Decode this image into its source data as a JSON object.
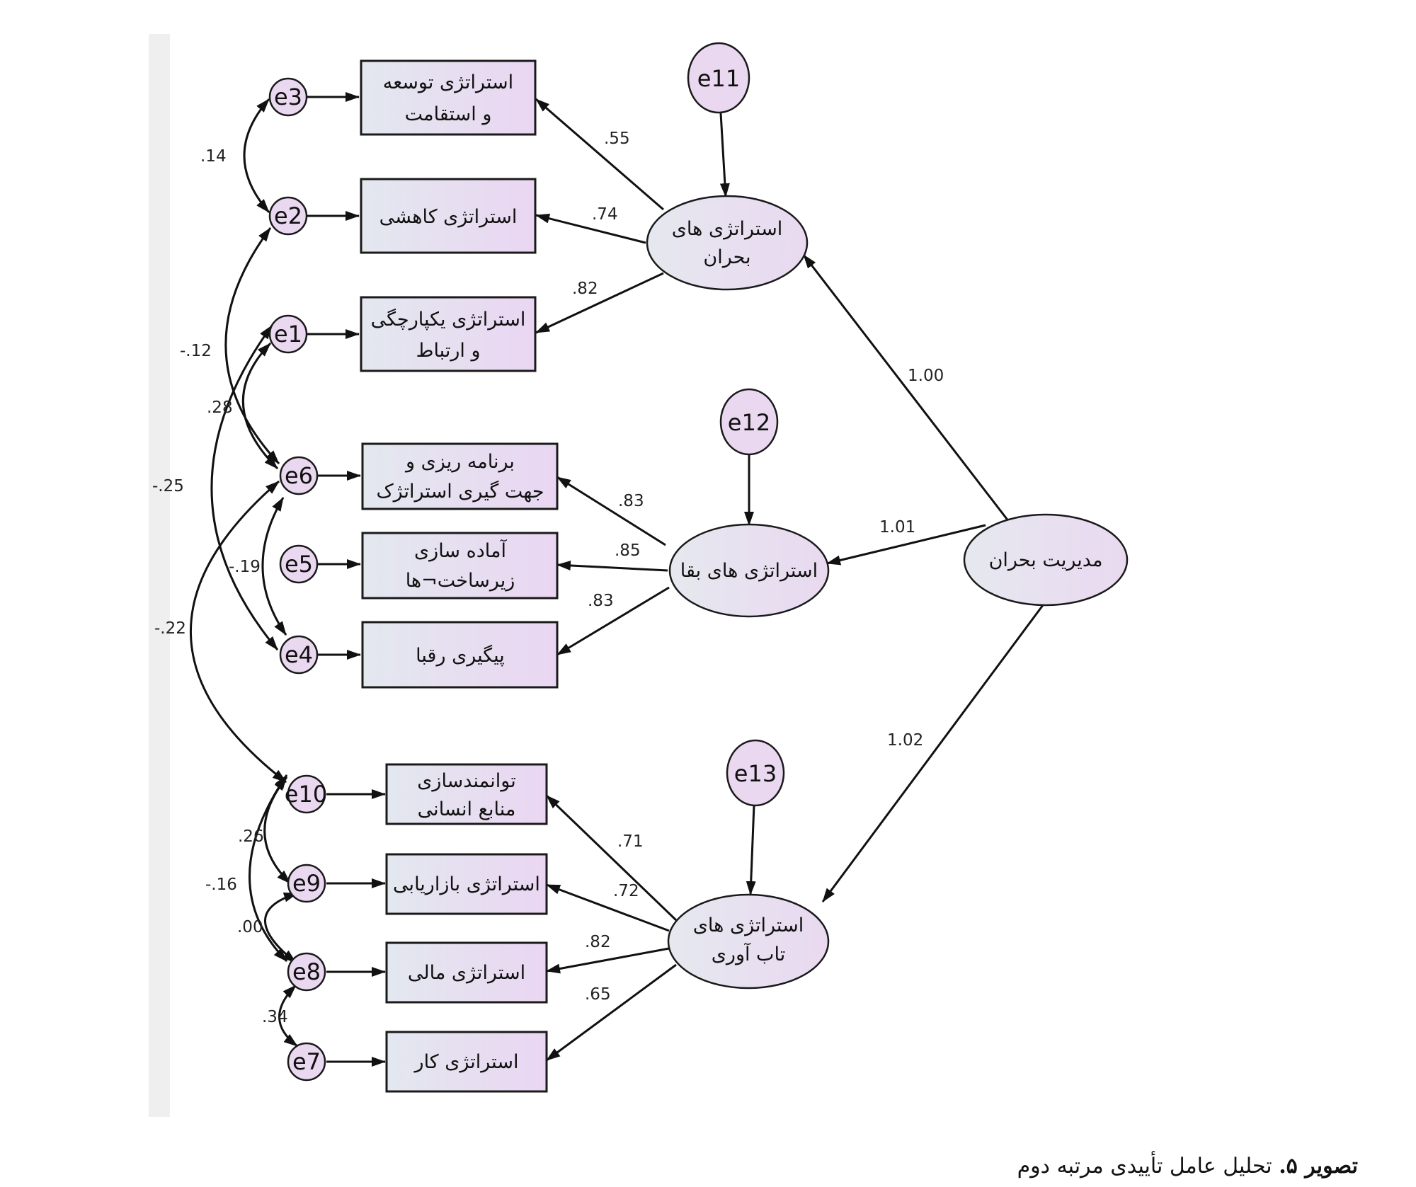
{
  "observed": {
    "v3": [
      "استراتژی توسعه",
      "و استقامت"
    ],
    "v2": [
      "استراتژی کاهشی"
    ],
    "v1": [
      "استراتژی یکپارچگی",
      "و ارتباط"
    ],
    "v6": [
      "برنامه ریزی و",
      "جهت گیری استراتژک"
    ],
    "v5": [
      "آماده سازی",
      "زیرساخت¬ها"
    ],
    "v4": [
      "پیگیری رقبا"
    ],
    "v10": [
      "توانمندسازی",
      "منابع انسانی"
    ],
    "v9": [
      "استراتژی بازاریابی"
    ],
    "v8": [
      "استراتژی مالی"
    ],
    "v7": [
      "استراتژی کار"
    ]
  },
  "latent": {
    "crisis_strategies": [
      "استراتژی های",
      "بحران"
    ],
    "survival_strategies": [
      "استراتژی های بقا"
    ],
    "resilience_strategies": [
      "استراتژی های",
      "تاب آوری"
    ],
    "crisis_management": [
      "مدیریت بحران"
    ]
  },
  "errors": {
    "e1": "e1",
    "e2": "e2",
    "e3": "e3",
    "e4": "e4",
    "e5": "e5",
    "e6": "e6",
    "e7": "e7",
    "e8": "e8",
    "e9": "e9",
    "e10": "e10",
    "e11": "e11",
    "e12": "e12",
    "e13": "e13"
  },
  "loadings": {
    "crisis_to_v3": ".55",
    "crisis_to_v2": ".74",
    "crisis_to_v1": ".82",
    "survival_to_v6": ".83",
    "survival_to_v5": ".85",
    "survival_to_v4": ".83",
    "resilience_to_v10": ".71",
    "resilience_to_v9": ".72",
    "resilience_to_v8": ".82",
    "resilience_to_v7": ".65",
    "cm_to_crisis": "1.00",
    "cm_to_survival": "1.01",
    "cm_to_resilience": "1.02"
  },
  "covariances": {
    "e3_e2": ".14",
    "e2_e6": "-.12",
    "e1_e6": ".28",
    "e1_e4": "-.25",
    "e6_e4": "-.19",
    "e6_e10": "-.22",
    "e10_e9": ".26",
    "e10_e8": "-.16",
    "e9_e8": ".00",
    "e8_e7": ".34"
  },
  "caption": {
    "bold": "تصویر ۵.",
    "text": "تحلیل عامل تأییدی مرتبه دوم"
  },
  "colors": {
    "box_fill_left": "#e3e8ef",
    "box_fill_right": "#ead6f2",
    "latent_fill": "#e6e0f0",
    "error_fill": "#ead8f0",
    "sidebar": "#efefef"
  }
}
